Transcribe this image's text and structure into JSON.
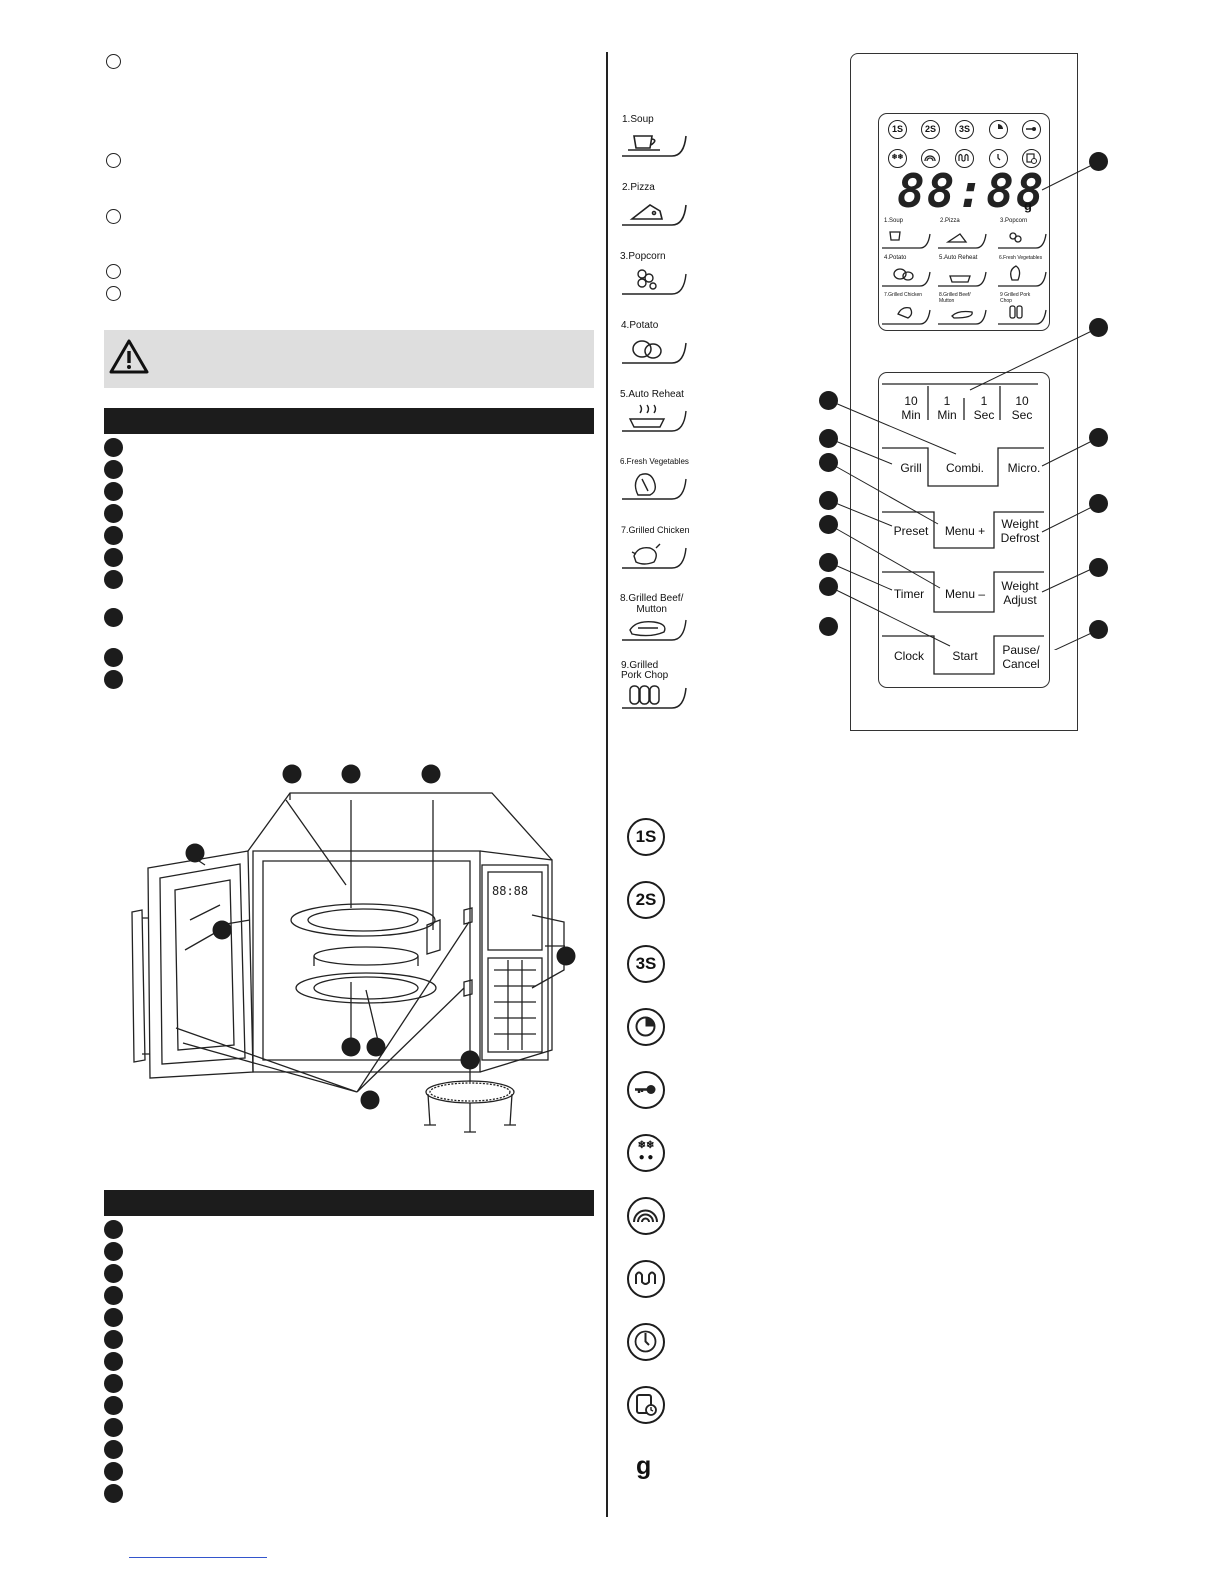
{
  "menu_list": [
    {
      "label": "1.Soup",
      "icon": "soup-bowl-icon"
    },
    {
      "label": "2.Pizza",
      "icon": "pizza-slice-icon"
    },
    {
      "label": "3.Popcorn",
      "icon": "popcorn-icon"
    },
    {
      "label": "4.Potato",
      "icon": "potato-icon"
    },
    {
      "label": "5.Auto Reheat",
      "icon": "reheat-dish-icon"
    },
    {
      "label": "6.Fresh Vegetables",
      "icon": "vegetables-icon"
    },
    {
      "label": "7.Grilled Chicken",
      "icon": "chicken-icon"
    },
    {
      "label": "8.Grilled Beef/\nMutton",
      "icon": "beef-icon"
    },
    {
      "label": "9.Grilled\nPork Chop",
      "icon": "pork-chop-icon"
    }
  ],
  "display": {
    "digits": "88:88",
    "unit": "g",
    "icons": [
      "1S",
      "2S",
      "3S",
      "timer-pie-icon",
      "key-lock-icon",
      "defrost-icon",
      "grill-icon",
      "microwave-icon",
      "clock-icon",
      "timer-clock-icon"
    ],
    "menu_labels": [
      "1.Soup",
      "2.Pizza",
      "3.Popcorn",
      "4.Potato",
      "5.Auto Reheat",
      "6.Fresh Vegetables",
      "7.Grilled Chicken",
      "8.Grilled Beef/ Mutton",
      "9 Grilled Pork Chop"
    ]
  },
  "keypad": {
    "time_keys": [
      {
        "top": "10",
        "bottom": "Min"
      },
      {
        "top": "1",
        "bottom": "Min"
      },
      {
        "top": "1",
        "bottom": "Sec"
      },
      {
        "top": "10",
        "bottom": "Sec"
      }
    ],
    "grill": "Grill",
    "combi": "Combi.",
    "micro": "Micro.",
    "preset": "Preset",
    "menu_plus": "Menu +",
    "weight_defrost": "Weight\nDefrost",
    "timer": "Timer",
    "menu_minus": "Menu –",
    "weight_adjust": "Weight\nAdjust",
    "clock": "Clock",
    "start": "Start",
    "pause_cancel": "Pause/\nCancel"
  },
  "symbols": [
    {
      "label": "1S"
    },
    {
      "label": "2S"
    },
    {
      "label": "3S"
    },
    {
      "icon": "timer-pie-icon"
    },
    {
      "icon": "key-lock-icon"
    },
    {
      "icon": "defrost-icon"
    },
    {
      "icon": "grill-icon"
    },
    {
      "icon": "microwave-icon"
    },
    {
      "icon": "clock-icon"
    },
    {
      "icon": "timer-clock-icon"
    }
  ],
  "weight_symbol": "g"
}
